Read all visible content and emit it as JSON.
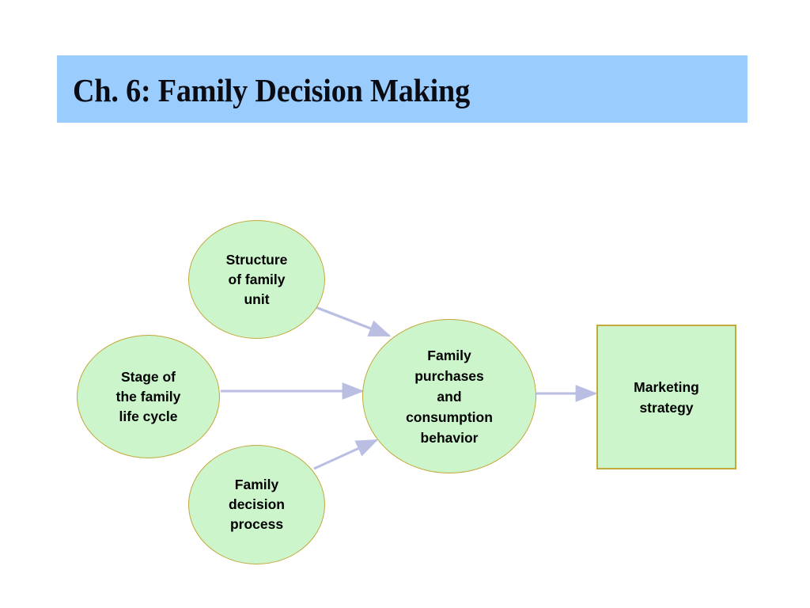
{
  "slide": {
    "title": "Ch. 6: Family Decision Making",
    "background_color": "#ffffff",
    "title_bar_color": "#9acdfd",
    "title_text_color": "#0b0b14"
  },
  "diagram": {
    "node_fill_color": "#ccf5cc",
    "node_border_color": "#c3a83b",
    "arrow_color": "#b9bee2",
    "nodes": [
      {
        "id": "structure",
        "shape": "ellipse",
        "label": "Structure\nof family\nunit"
      },
      {
        "id": "stage",
        "shape": "ellipse",
        "label": "Stage of\nthe family\nlife cycle"
      },
      {
        "id": "process",
        "shape": "ellipse",
        "label": "Family\ndecision\nprocess"
      },
      {
        "id": "purchases",
        "shape": "ellipse",
        "label": "Family\npurchases\nand\nconsumption\nbehavior"
      },
      {
        "id": "marketing",
        "shape": "rectangle",
        "label": "Marketing\nstrategy"
      }
    ],
    "arrows": [
      {
        "id": "structure-to-purchases",
        "from": "structure",
        "to": "purchases"
      },
      {
        "id": "stage-to-purchases",
        "from": "stage",
        "to": "purchases"
      },
      {
        "id": "process-to-purchases",
        "from": "process",
        "to": "purchases"
      },
      {
        "id": "purchases-to-marketing",
        "from": "purchases",
        "to": "marketing"
      }
    ]
  }
}
